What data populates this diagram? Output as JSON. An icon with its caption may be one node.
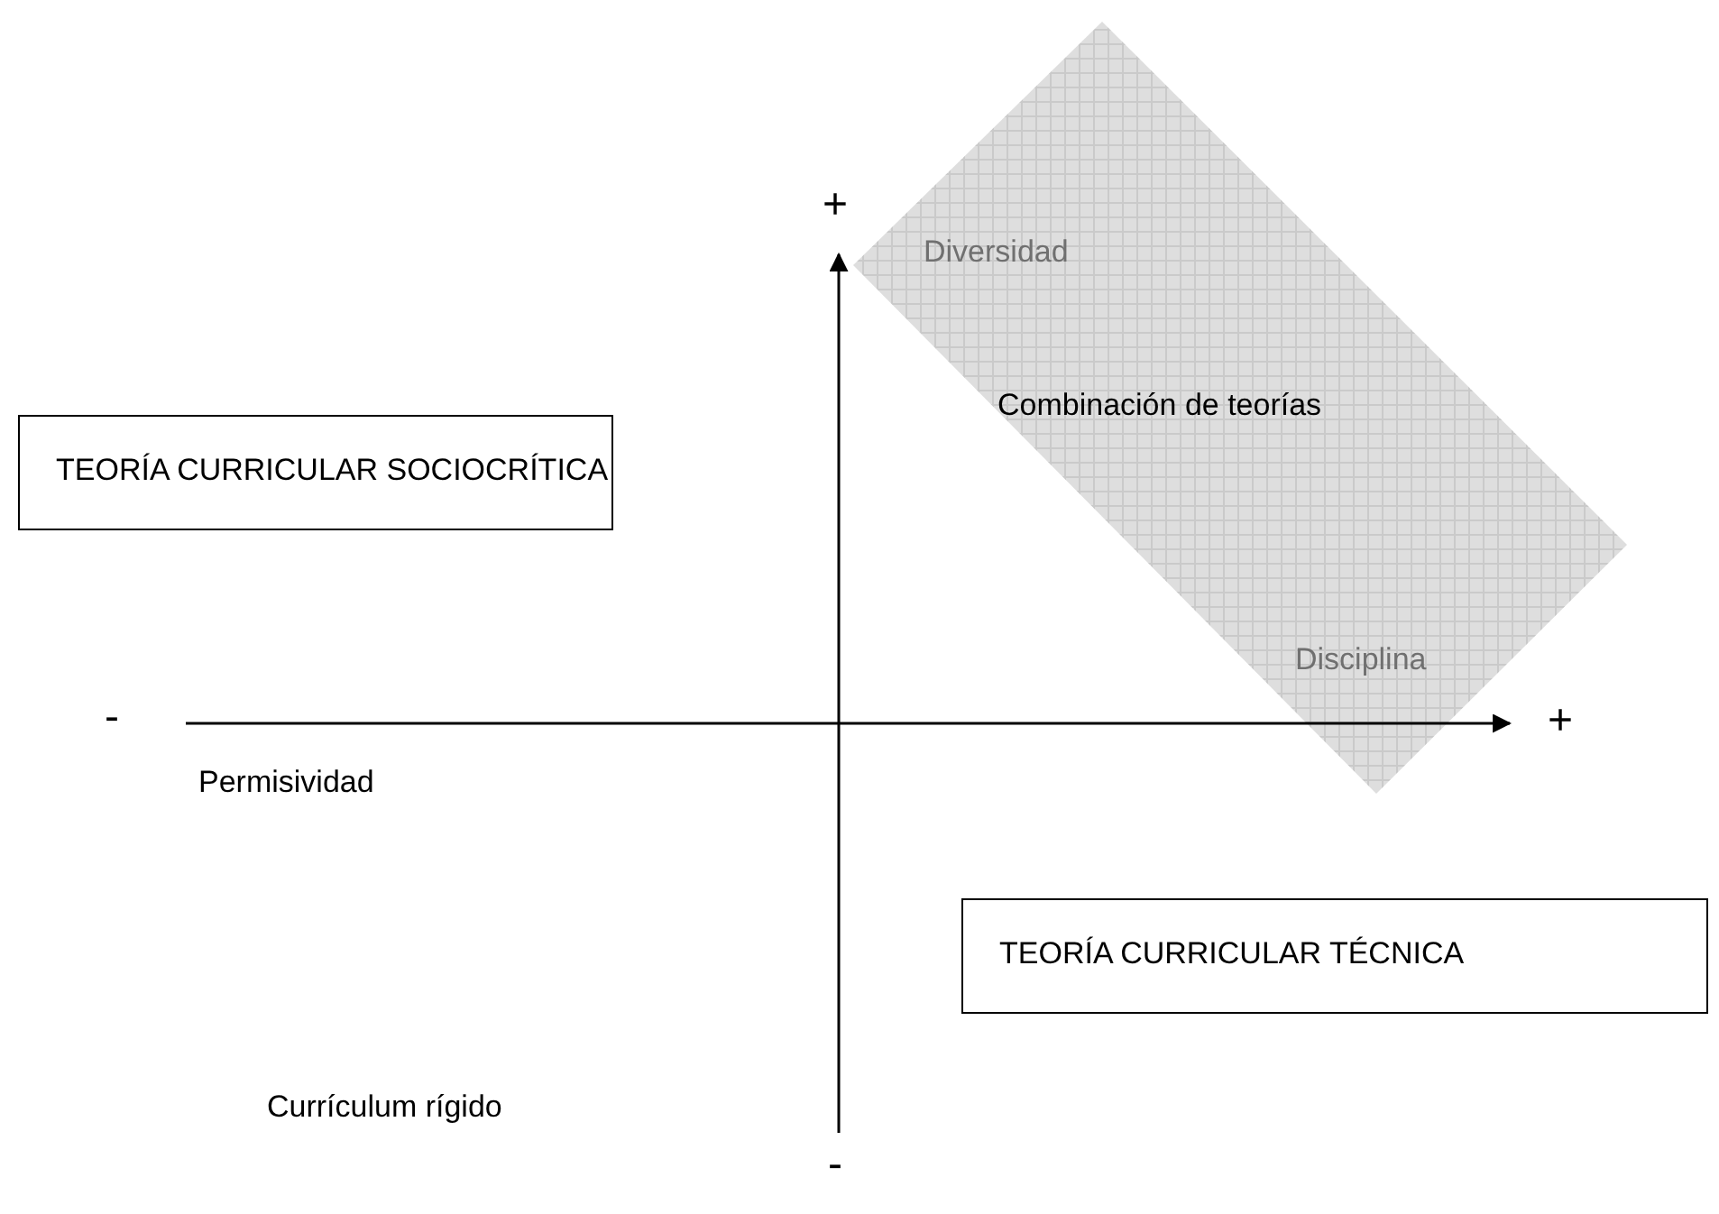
{
  "diagram": {
    "nodes": [
      {
        "text": [
          "TEORÍA CURRICULAR SOCIOCRÍTICA"
        ]
      },
      {
        "text": [
          "TEORÍA CURRICULAR TÉCNICA"
        ]
      },
      {
        "text": [
          "Diversidad",
          "Combinación de teorías",
          "Disciplina"
        ]
      }
    ],
    "edges": [],
    "labels": [
      "+",
      "-",
      "+",
      "Permisividad",
      "Currículum rígido",
      "-"
    ]
  }
}
